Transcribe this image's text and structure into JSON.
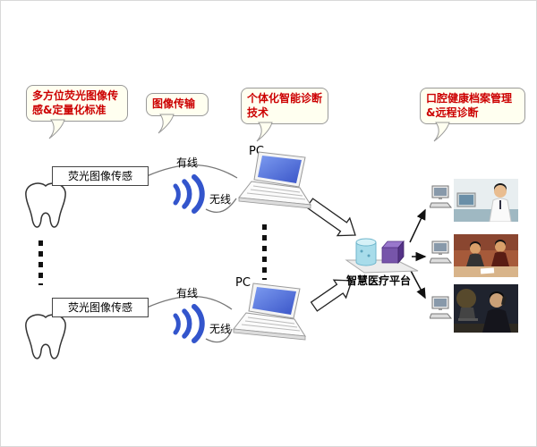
{
  "callouts": [
    {
      "label": "多方位荧光图像传感&定量化标准"
    },
    {
      "label": "图像传输"
    },
    {
      "label": "个体化智能诊断技术"
    },
    {
      "label": "口腔健康档案管理&远程诊断"
    }
  ],
  "channels": [
    {
      "sensor_label": "荧光图像传感",
      "wired_label": "有线",
      "wireless_label": "无线",
      "pc_label": "PC"
    },
    {
      "sensor_label": "荧光图像传感",
      "wired_label": "有线",
      "wireless_label": "无线",
      "pc_label": "PC"
    }
  ],
  "platform": {
    "label": "智慧医疗平台"
  },
  "icons": {
    "tooth": "tooth-icon",
    "wireless": "wireless-signal-icon",
    "laptop": "laptop-icon",
    "platform_art": "medical-platform-icon",
    "desktop": "desktop-computer-icon",
    "big_arrow": "block-arrow-icon",
    "photos": [
      "remote-doctor-photo",
      "office-consult-photo",
      "phone-consult-photo"
    ]
  },
  "colors": {
    "callout_bg": "#FFFFF0",
    "callout_border": "#999999",
    "callout_text": "#CC0000",
    "wifi_blue": "#3355CC",
    "screen_blue": "#4A6FE3",
    "platform_purple": "#7755AA",
    "platform_cyan": "#A8DCEA"
  }
}
